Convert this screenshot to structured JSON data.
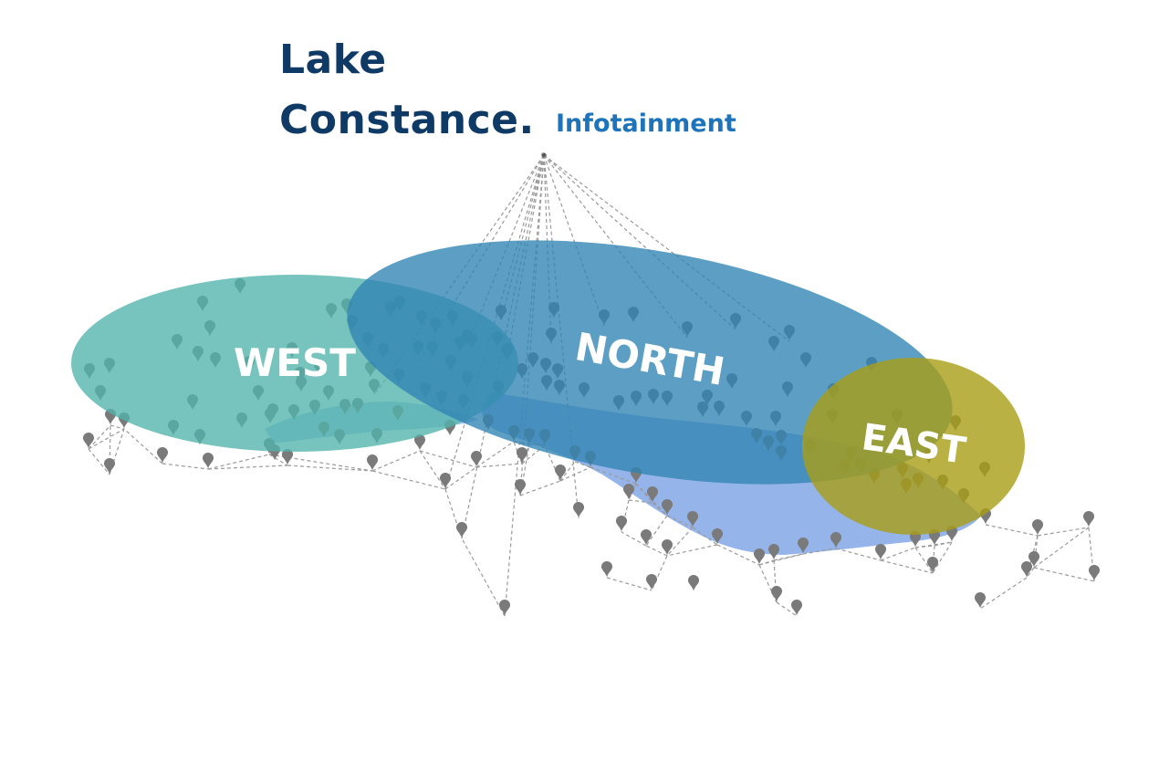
{
  "logo": {
    "line1": "Lake",
    "line2": "Constance.",
    "suffix": "Infotainment",
    "primary_color": "#0f3a66",
    "accent_color": "#1d74bb"
  },
  "regions": [
    {
      "id": "west",
      "label": "WEST",
      "color": "#4fb3ab"
    },
    {
      "id": "north",
      "label": "NORTH",
      "color": "#2f84b3"
    },
    {
      "id": "east",
      "label": "EAST",
      "color": "#a99e16"
    }
  ],
  "lake": {
    "color": "#8fb0e8"
  },
  "network": {
    "line_color": "#9a9a9a",
    "marker_color": "#7a7a7a"
  },
  "icons": {
    "marker": "map-pin-icon"
  }
}
